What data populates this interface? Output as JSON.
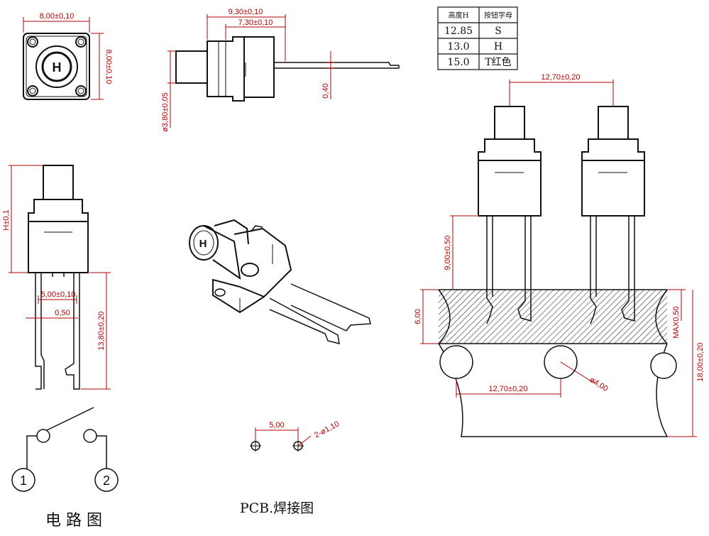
{
  "top_view": {
    "width_dim": "8,00±0,10",
    "height_dim": "8,00±0,10",
    "key_letter": "H"
  },
  "side_view": {
    "overall_dim": "9,30±0,10",
    "body_dim": "7,30±0,10",
    "stem_dim": "ø3,80±0,05",
    "lead_dim": "0,40"
  },
  "front_view": {
    "height_dim": "H±0,1",
    "pitch_dim": "5,00±0,10",
    "lead_width_dim": "0,50",
    "lead_length_dim": "13,80±0,20"
  },
  "iso_view": {
    "key_letter": "H"
  },
  "table": {
    "headers": [
      "高度H",
      "按钮字母"
    ],
    "rows": [
      [
        "12.85",
        "S"
      ],
      [
        "13.0",
        "H"
      ],
      [
        "15.0",
        "T红色"
      ]
    ]
  },
  "pcb_mount": {
    "pitch_top": "12,70±0,20",
    "standoff": "9,00±0,50",
    "board_thickness": "6,00",
    "max_protrusion": "MAX0,50",
    "total_height": "18,00±0,20",
    "hole_pitch": "12,70±0,20",
    "hole_dia": "ø4,00"
  },
  "pcb_holes": {
    "pitch": "5,00",
    "hole_spec": "2-ø1,10",
    "caption": "PCB.焊接图"
  },
  "circuit": {
    "terminal_1": "1",
    "terminal_2": "2",
    "caption": "电 路 图"
  }
}
